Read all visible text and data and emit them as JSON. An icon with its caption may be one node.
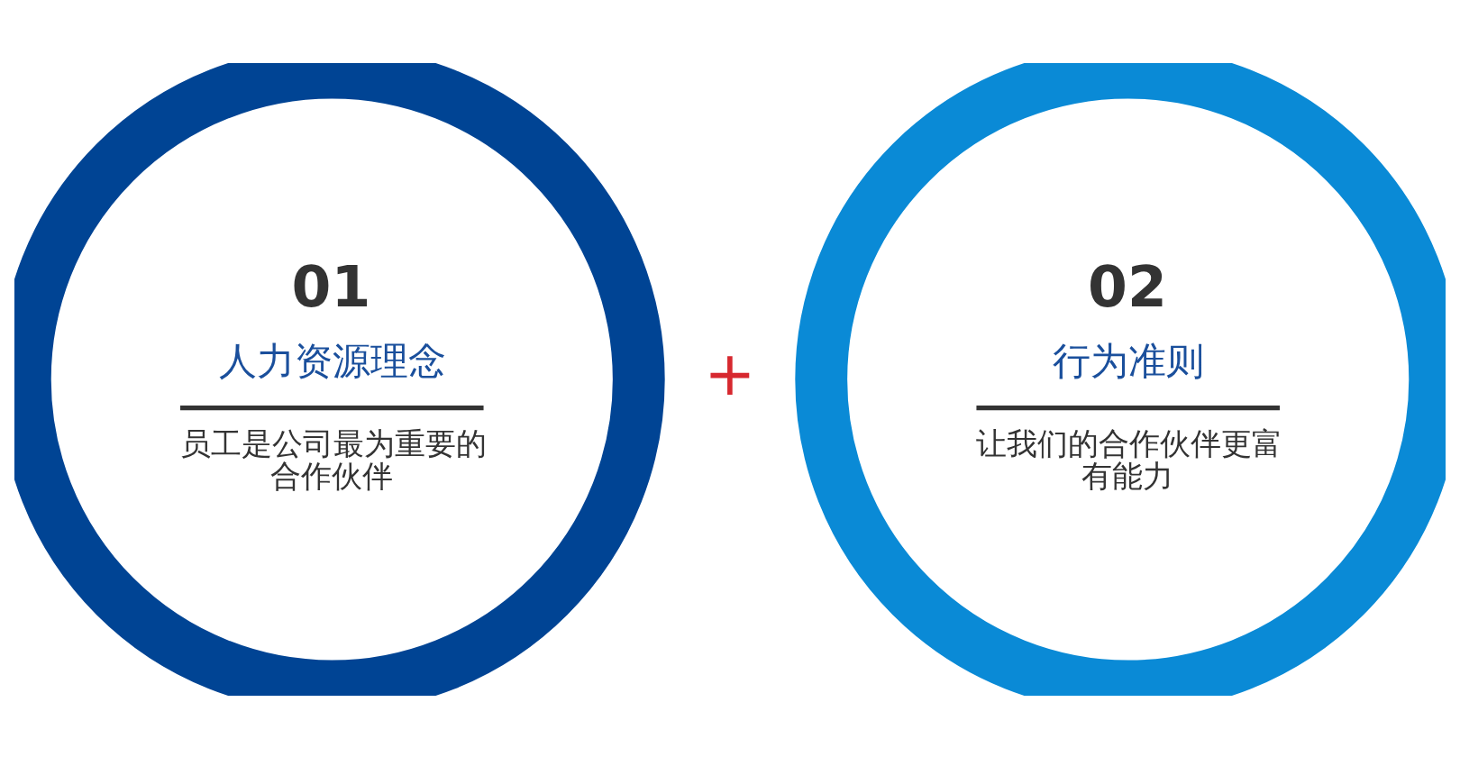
{
  "diagram": {
    "nodes": [
      {
        "text": [
          "01",
          "人力资源理念",
          "员工是公司最为重要的合作伙伴"
        ]
      },
      {
        "text": [
          "02",
          "行为准则",
          "让我们的合作伙伴更富有能力"
        ]
      }
    ],
    "labels": [
      "+"
    ]
  }
}
